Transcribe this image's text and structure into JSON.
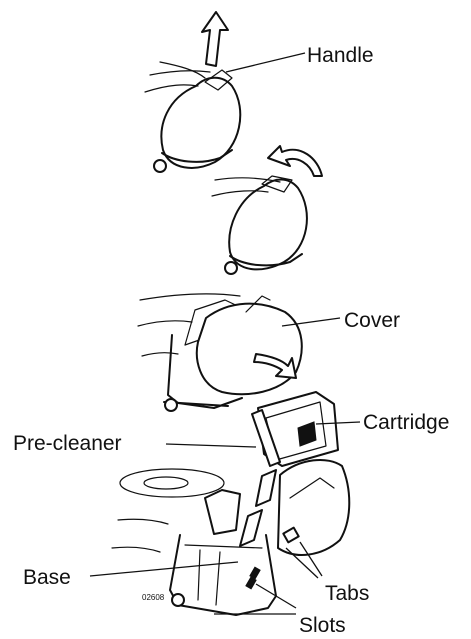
{
  "labels": {
    "handle": "Handle",
    "cover": "Cover",
    "cartridge": "Cartridge",
    "pre_cleaner": "Pre-cleaner",
    "base": "Base",
    "tabs": "Tabs",
    "slots": "Slots"
  },
  "figure_code": "02608",
  "colors": {
    "ink": "#111111",
    "background": "#ffffff"
  }
}
